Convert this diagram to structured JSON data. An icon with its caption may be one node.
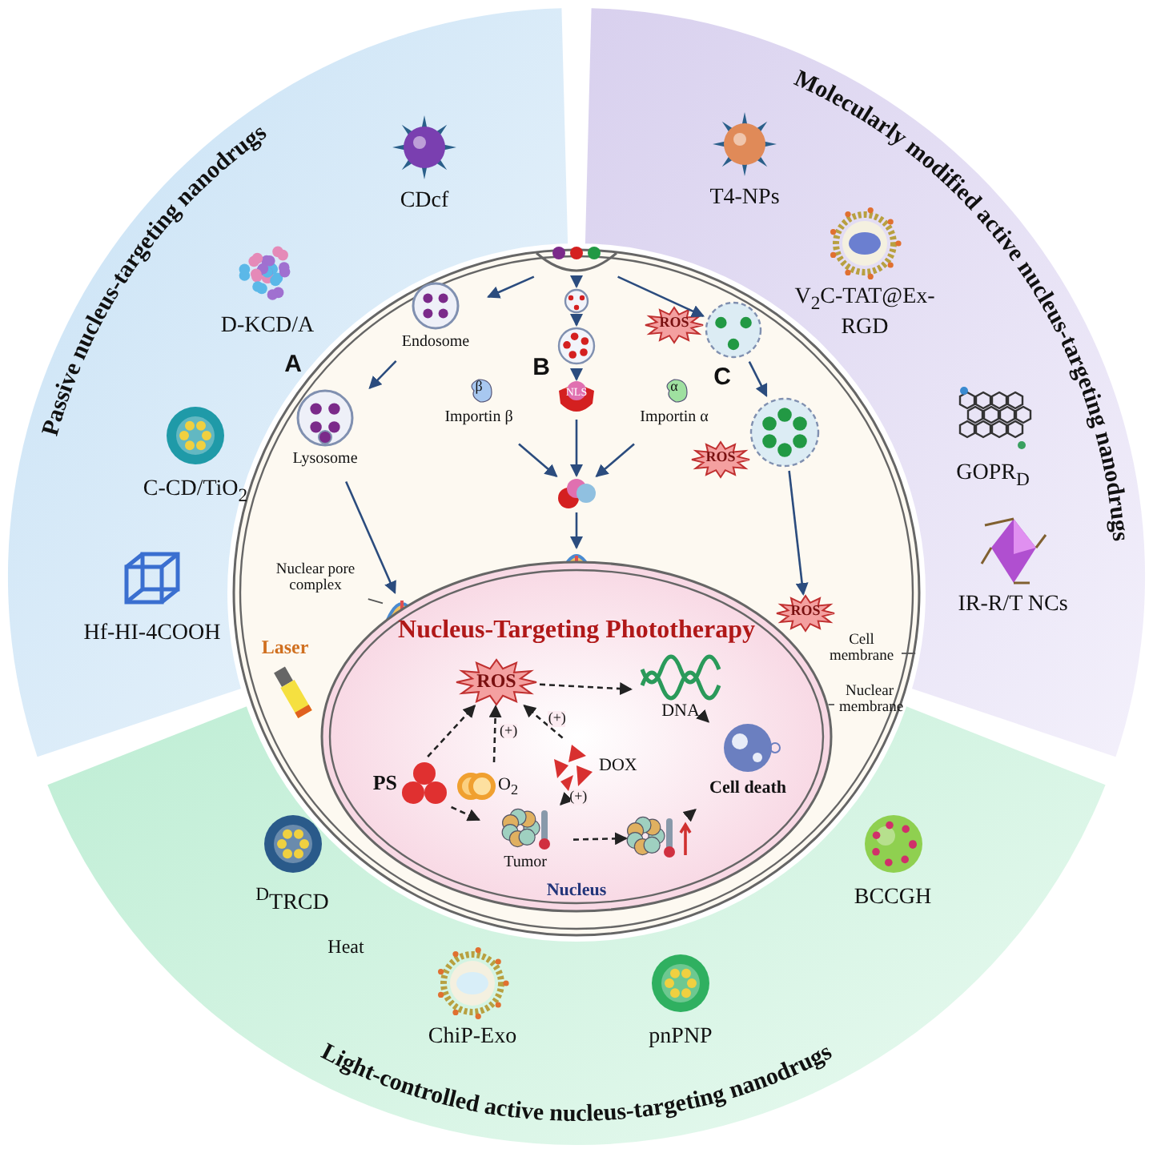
{
  "diagram": {
    "nodes": [
      {
        "text": [
          "Passive nucleus-targeting nanodrugs"
        ]
      },
      {
        "text": [
          "CDcf"
        ],
        "in": 0
      },
      {
        "text": [
          "D-KCD/A"
        ],
        "in": 0
      },
      {
        "text": [
          "C-CD/TiO$_{2}$"
        ],
        "in": 0
      },
      {
        "text": [
          "Hf-HI-4COOH"
        ],
        "in": 0
      },
      {
        "text": [
          "Molecularly modified active nucleus-targeting nanodrugs"
        ]
      },
      {
        "text": [
          "T4-NPs"
        ],
        "in": 5
      },
      {
        "text": [
          "V$_{2}$C-TAT@Ex-RGD"
        ],
        "in": 5
      },
      {
        "text": [
          "GOPR$_{D}$"
        ],
        "in": 5
      },
      {
        "text": [
          "IR-R/T NCs"
        ],
        "in": 5
      },
      {
        "text": [
          "Light-controlled active nucleus-targeting nanodrugs"
        ]
      },
      {
        "text": [
          "$^{D}$TRCD"
        ],
        "in": 10
      },
      {
        "text": [
          "ChiP-Exo"
        ],
        "in": 10
      },
      {
        "text": [
          "pnPNP"
        ],
        "in": 10
      },
      {
        "text": [
          "BCCGH"
        ],
        "in": 10
      },
      {
        "text": [],
        "shape": "circle"
      },
      {
        "text": [],
        "shape": "picture",
        "in": 15
      },
      {
        "text": [
          "Endosome"
        ]
      },
      {
        "text": [
          "Lysosome"
        ]
      },
      {
        "text": [
          "Nuclear pore complex"
        ]
      },
      {
        "text": [],
        "shape": "picture"
      },
      {
        "text": [],
        "shape": "circle",
        "in": 15
      },
      {
        "text": [],
        "shape": "circle",
        "in": 15
      },
      {
        "text": [
          "NLS"
        ],
        "in": 15
      },
      {
        "text": [
          "β",
          "Importin β"
        ]
      },
      {
        "text": [
          "α",
          "Importin α"
        ]
      },
      {
        "text": [],
        "shape": "picture",
        "in": 15
      },
      {
        "text": [],
        "shape": "picture",
        "in": 15
      },
      {
        "text": [
          "ROS"
        ]
      },
      {
        "text": [],
        "shape": "circle"
      },
      {
        "text": [
          "ROS"
        ]
      },
      {
        "text": [],
        "shape": "circle"
      },
      {
        "text": [
          "ROS"
        ]
      },
      {
        "text": [
          "Cell membrane"
        ]
      },
      {
        "text": [
          "Nucleus-Targeting Phototherapy",
          "Nucleus"
        ]
      },
      {
        "text": [
          "Nuclear membrane"
        ]
      },
      {
        "text": [
          "ROS"
        ],
        "in": 34
      },
      {
        "text": [
          "DNA"
        ],
        "in": 34
      },
      {
        "text": [
          "Cell death"
        ],
        "in": 34
      },
      {
        "text": [
          "PS"
        ],
        "in": 34
      },
      {
        "text": [
          "O$_{2}$"
        ],
        "in": 34
      },
      {
        "text": [
          "DOX"
        ],
        "in": 34
      },
      {
        "text": [
          "Tumor"
        ],
        "in": 34
      },
      {
        "text": [],
        "shape": "picture",
        "in": 34
      }
    ],
    "edges": [
      {
        "from": 16,
        "to": 17,
        "arrow": "to"
      },
      {
        "from": 17,
        "to": 18,
        "arrow": "to"
      },
      {
        "from": 18,
        "to": 20,
        "arrow": "to"
      },
      {
        "from": 16,
        "to": 21,
        "arrow": "to"
      },
      {
        "from": 21,
        "to": 22,
        "arrow": "to"
      },
      {
        "from": 22,
        "to": 23,
        "arrow": "to"
      },
      {
        "from": 23,
        "to": 26,
        "arrow": "to"
      },
      {
        "from": 24,
        "to": 26,
        "arrow": "to"
      },
      {
        "from": 25,
        "to": 26,
        "arrow": "to"
      },
      {
        "from": 26,
        "to": 27,
        "arrow": "to"
      },
      {
        "from": 16,
        "to": 29,
        "arrow": "to"
      },
      {
        "from": 29,
        "to": 31,
        "arrow": "to"
      },
      {
        "from": 31,
        "to": 32,
        "arrow": "to"
      },
      {
        "from": 19,
        "to": 20,
        "arrow": "none",
        "color": "#555555"
      },
      {
        "from": 33,
        "to": 15,
        "arrow": "none",
        "color": "#555555"
      },
      {
        "from": 35,
        "to": 34,
        "arrow": "none",
        "color": "#555555"
      },
      {
        "from": 39,
        "to": 36,
        "arrow": "to",
        "style": "dashed",
        "color": "#222222"
      },
      {
        "from": 40,
        "to": 36,
        "arrow": "to",
        "style": "dashed",
        "color": "#222222",
        "label": "(+)"
      },
      {
        "from": 41,
        "to": 36,
        "arrow": "to",
        "style": "dashed",
        "color": "#222222",
        "label": "(+)"
      },
      {
        "from": 36,
        "to": 37,
        "arrow": "to",
        "style": "dashed",
        "color": "#222222"
      },
      {
        "from": 37,
        "to": 38,
        "arrow": "to",
        "style": "dashed",
        "color": "#222222"
      },
      {
        "from": 39,
        "to": 42,
        "arrow": "to",
        "style": "dashed",
        "color": "#222222"
      },
      {
        "from": 41,
        "to": 42,
        "arrow": "to",
        "style": "dashed",
        "color": "#222222",
        "label": "(+)"
      },
      {
        "from": 42,
        "to": 43,
        "arrow": "to",
        "style": "dashed",
        "color": "#222222"
      },
      {
        "from": 43,
        "to": 38,
        "arrow": "to",
        "style": "dashed",
        "color": "#222222"
      }
    ],
    "labels": [
      "A",
      "B",
      "C",
      "Laser",
      "Heat"
    ]
  }
}
